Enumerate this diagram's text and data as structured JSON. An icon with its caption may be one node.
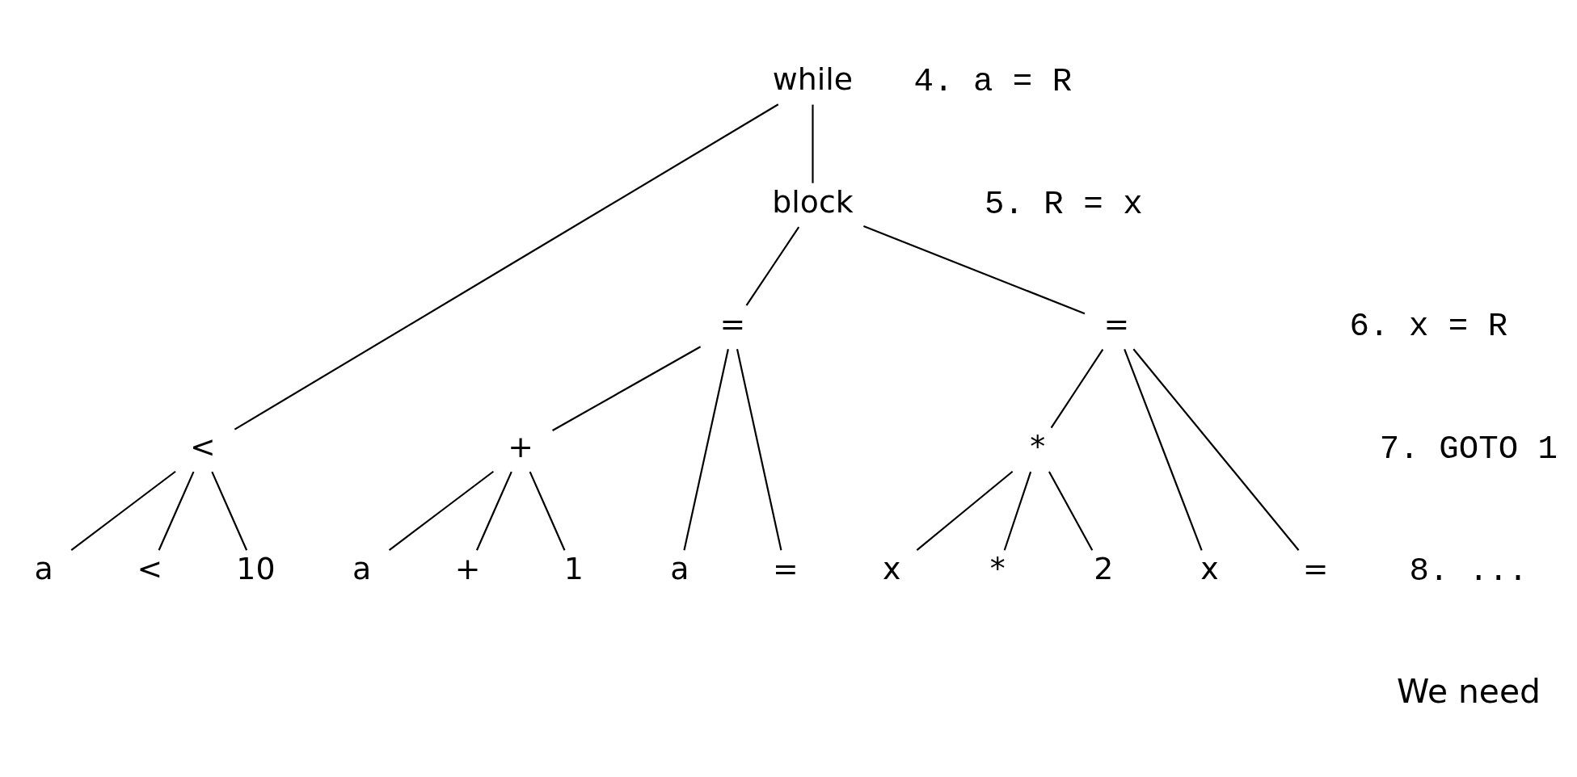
{
  "diagram": {
    "nodes": [
      {
        "text": [
          "while"
        ]
      },
      {
        "text": [
          "<"
        ]
      },
      {
        "text": [
          "block"
        ]
      },
      {
        "text": [
          "="
        ]
      },
      {
        "text": [
          "="
        ]
      },
      {
        "text": [
          "+"
        ]
      },
      {
        "text": [
          "*"
        ]
      },
      {
        "text": [
          "a"
        ]
      },
      {
        "text": [
          "<"
        ]
      },
      {
        "text": [
          "10"
        ]
      },
      {
        "text": [
          "a"
        ]
      },
      {
        "text": [
          "="
        ]
      },
      {
        "text": [
          "a"
        ]
      },
      {
        "text": [
          "+"
        ]
      },
      {
        "text": [
          "1"
        ]
      },
      {
        "text": [
          "x"
        ]
      },
      {
        "text": [
          "="
        ]
      },
      {
        "text": [
          "x"
        ]
      },
      {
        "text": [
          "*"
        ]
      },
      {
        "text": [
          "2"
        ]
      }
    ],
    "edges": [
      {
        "from": 0,
        "to": 1,
        "arrow": "none"
      },
      {
        "from": 0,
        "to": 2,
        "arrow": "none"
      },
      {
        "from": 2,
        "to": 3,
        "arrow": "none"
      },
      {
        "from": 2,
        "to": 4,
        "arrow": "none"
      },
      {
        "from": 1,
        "to": 7,
        "arrow": "none"
      },
      {
        "from": 1,
        "to": 8,
        "arrow": "none"
      },
      {
        "from": 1,
        "to": 9,
        "arrow": "none"
      },
      {
        "from": 3,
        "to": 10,
        "arrow": "none"
      },
      {
        "from": 3,
        "to": 11,
        "arrow": "none"
      },
      {
        "from": 3,
        "to": 5,
        "arrow": "none"
      },
      {
        "from": 5,
        "to": 12,
        "arrow": "none"
      },
      {
        "from": 5,
        "to": 13,
        "arrow": "none"
      },
      {
        "from": 5,
        "to": 14,
        "arrow": "none"
      },
      {
        "from": 4,
        "to": 15,
        "arrow": "none"
      },
      {
        "from": 4,
        "to": 16,
        "arrow": "none"
      },
      {
        "from": 4,
        "to": 6,
        "arrow": "none"
      },
      {
        "from": 6,
        "to": 17,
        "arrow": "none"
      },
      {
        "from": 6,
        "to": 18,
        "arrow": "none"
      },
      {
        "from": 6,
        "to": 19,
        "arrow": "none"
      }
    ],
    "labels": [
      "4. a = R",
      "5. R = x",
      "6. x = R",
      "7. GOTO 1",
      "8. ...",
      "We need"
    ]
  }
}
